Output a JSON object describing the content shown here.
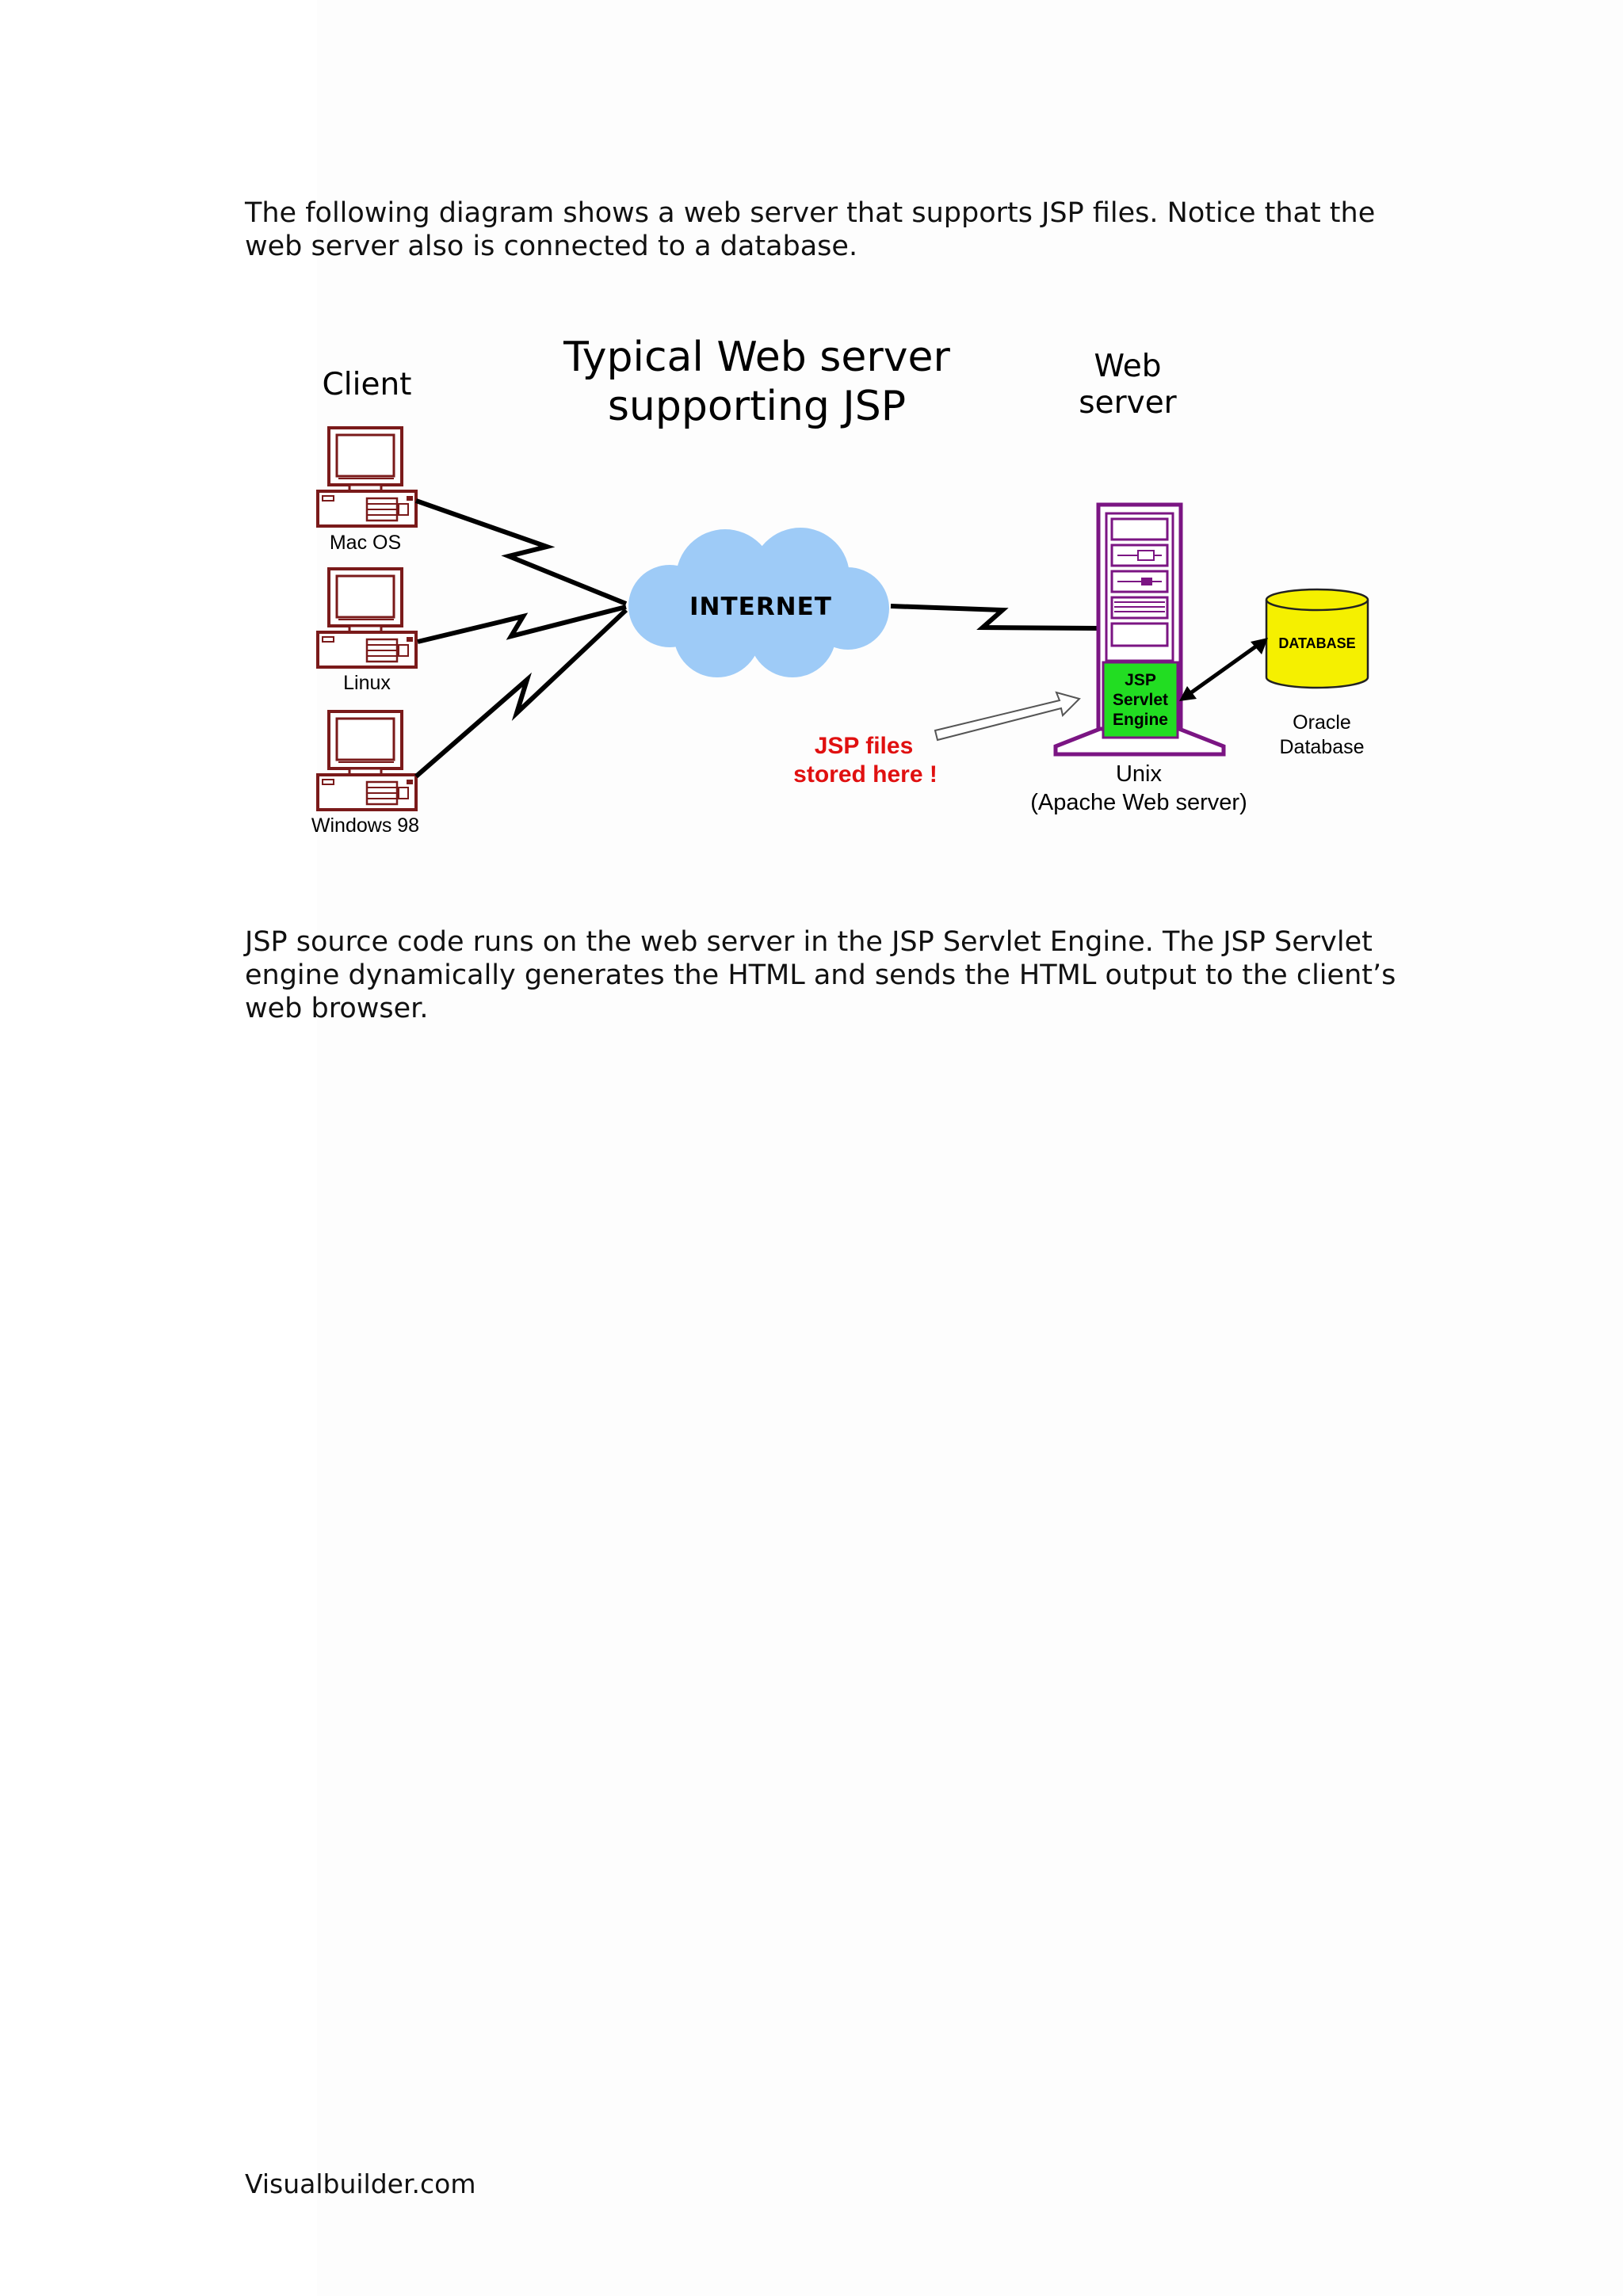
{
  "intro": "The following diagram shows a web server that supports JSP files. Notice that the web server also is connected to a database.",
  "diagram": {
    "title_line1": "Typical Web server",
    "title_line2": "supporting JSP",
    "client_heading": "Client",
    "web_heading_line1": "Web",
    "web_heading_line2": "server",
    "clients": [
      {
        "label": "Mac OS",
        "icon": "computer-icon"
      },
      {
        "label": "Linux",
        "icon": "computer-icon"
      },
      {
        "label": "Windows 98",
        "icon": "computer-icon"
      }
    ],
    "internet_label": "INTERNET",
    "engine_line1": "JSP",
    "engine_line2": "Servlet",
    "engine_line3": "Engine",
    "database_label": "DATABASE",
    "database_caption_line1": "Oracle",
    "database_caption_line2": "Database",
    "jsp_note_line1": "JSP files",
    "jsp_note_line2": "stored here !",
    "server_caption_line1": "Unix",
    "server_caption_line2": "(Apache Web server)",
    "colors": {
      "computer": "#7a1a1a",
      "cloud": "#9ecbf7",
      "server": "#7b1583",
      "engine": "#22dd22",
      "database": "#f5f000",
      "note": "#e01010"
    }
  },
  "outro": "JSP source code runs on the web server in the JSP Servlet Engine. The JSP Servlet engine dynamically generates the HTML and sends the HTML output to the client’s web browser.",
  "footer": "Visualbuilder.com"
}
